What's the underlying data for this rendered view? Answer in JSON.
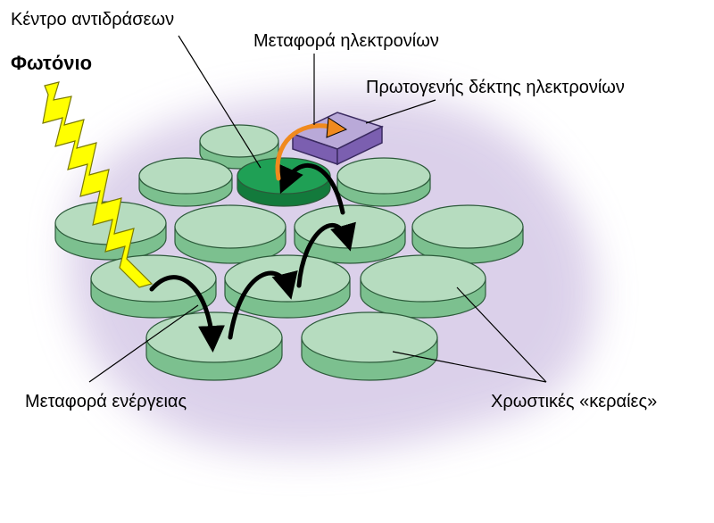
{
  "labels": {
    "reaction_center": "Κέντρο αντιδράσεων",
    "photon": "Φωτόνιο",
    "electron_transfer": "Μεταφορά ηλεκτρονίων",
    "primary_acceptor": "Πρωτογενής δέκτης ηλεκτρονίων",
    "energy_transfer": "Μεταφορά ενέργειας",
    "pigment_antennae": "Χρωστικές «κεραίες»"
  },
  "colors": {
    "disc_top": "#b6dcbf",
    "disc_side": "#7cc08f",
    "disc_outline": "#2c5a3a",
    "reaction_center_top": "#1fa055",
    "reaction_center_side": "#137a3c",
    "acceptor_top": "#b9a9d8",
    "acceptor_side": "#7b5fb0",
    "halo": "#d8cce8",
    "photon": "#ffff00",
    "electron_arrow": "#f08a1e",
    "energy_arrow": "#000000"
  }
}
